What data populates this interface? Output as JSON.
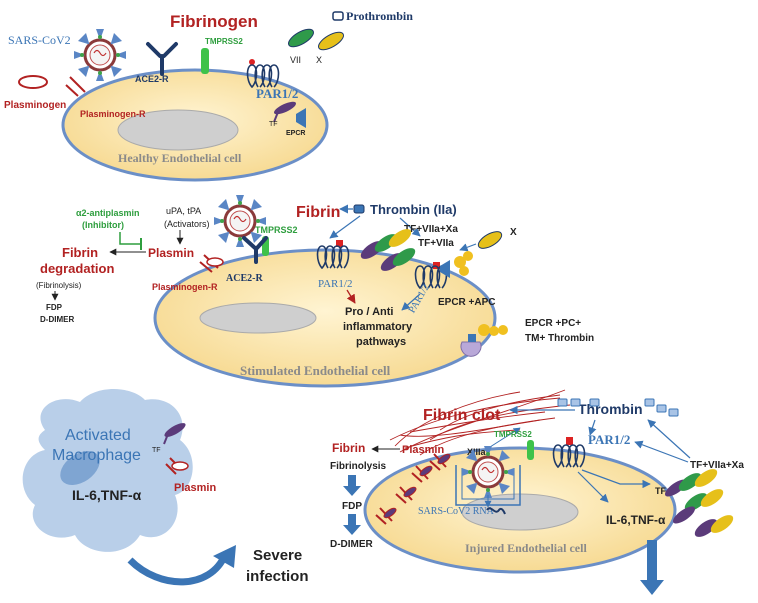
{
  "panel1": {
    "fibrinogen": "Fibrinogen",
    "prothrombin": "Prothrombin",
    "sars": "SARS-CoV2",
    "tmprss2": "TMPRSS2",
    "ace2r": "ACE2-R",
    "factor_vii": "VII",
    "factor_x": "X",
    "par": "PAR1/2",
    "plasminogen": "Plasminogen",
    "plasminogen_r": "Plasminogen-R",
    "tf": "TF",
    "epcr": "EPCR",
    "cell": "Healthy Endothelial cell"
  },
  "panel2": {
    "fibrin": "Fibrin",
    "thrombin": "Thrombin (IIa)",
    "tf_viia_xa": "TF+VIIa+Xa",
    "tf_viia": "TF+VIIa",
    "factor_x": "X",
    "antiplasmin_1": "α2-antiplasmin",
    "antiplasmin_2": "(Inhibitor)",
    "activators_1": "uPA, tPA",
    "activators_2": "(Activators)",
    "plasmin": "Plasmin",
    "fibrin_deg_1": "Fibrin",
    "fibrin_deg_2": "degradation",
    "fibrinolysis": "(Fibrinolysis)",
    "fdp": "FDP",
    "ddimer": "D-DIMER",
    "tmprss2": "TMPRSS2",
    "plasminogen_r": "Plasminogen-R",
    "ace2r": "ACE2-R",
    "par_left": "PAR1/2",
    "par_right": "PAR1/2",
    "pathways_1": "Pro / Anti",
    "pathways_2": "inflammatory",
    "pathways_3": "pathways",
    "epcr_apc": "EPCR +APC",
    "epcr_pc_1": "EPCR +PC+",
    "epcr_pc_2": "TM+ Thrombin",
    "cell": "Stimulated Endothelial cell"
  },
  "panel3": {
    "fibrin_clot": "Fibrin clot",
    "thrombin": "Thrombin",
    "xiiia": "XIIIa",
    "tmprss2": "TMPRSS2",
    "par": "PAR1/2",
    "tf_viia_xa": "TF+VIIa+Xa",
    "plasmin": "Plasmin",
    "fibrin": "Fibrin",
    "fibrinolysis": "Fibrinolysis",
    "fdp": "FDP",
    "ddimer": "D-DIMER",
    "sars_rna": "SARS-CoV2 RNA",
    "il6": "IL-6,TNF-α",
    "tf": "TF",
    "cell": "Injured Endothelial cell"
  },
  "macrophage": {
    "label_1": "Activated",
    "label_2": "Macrophage",
    "tf": "TF",
    "plasmin": "Plasmin",
    "il6": "IL-6,TNF-α"
  },
  "severe": {
    "line_1": "Severe",
    "line_2": "infection"
  },
  "colors": {
    "cell_fill": "#fbe8b0",
    "cell_stroke": "#6b8fc7",
    "nucleus": "#cfcfcf",
    "dark_red": "#b22222",
    "navy": "#1f3a68",
    "steel_blue": "#3b75b5",
    "green": "#2e9e3e",
    "factor_yellow": "#e6c01a",
    "factor_green": "#2f9a4a",
    "factor_purple": "#5b3b7a",
    "macrophage": "#b9cfe9"
  }
}
